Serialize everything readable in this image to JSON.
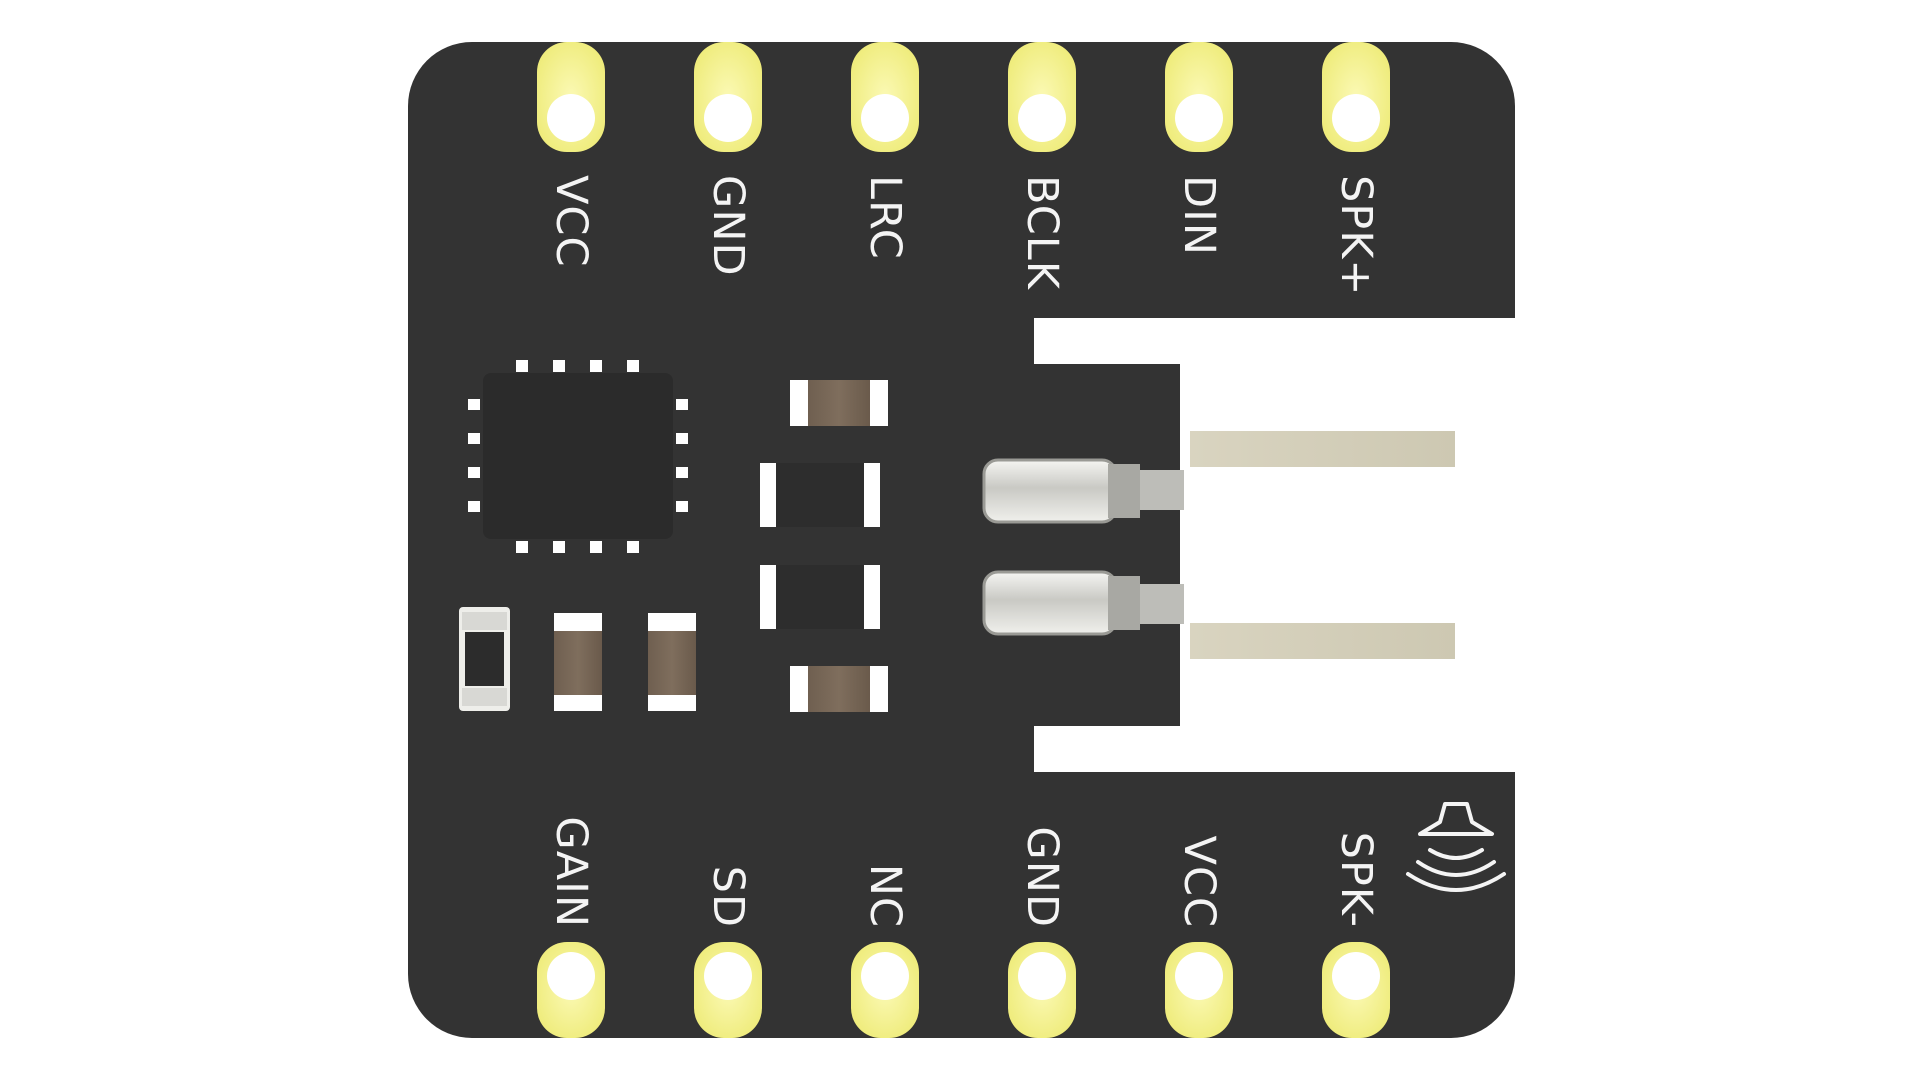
{
  "board": {
    "top_pins": [
      {
        "label": "VCC"
      },
      {
        "label": "GND"
      },
      {
        "label": "LRC"
      },
      {
        "label": "BCLK"
      },
      {
        "label": "DIN"
      },
      {
        "label": "SPK+"
      }
    ],
    "bottom_pins": [
      {
        "label": "GAIN"
      },
      {
        "label": "SD"
      },
      {
        "label": "NC"
      },
      {
        "label": "GND"
      },
      {
        "label": "VCC"
      },
      {
        "label": "SPK-"
      }
    ],
    "icons": {
      "speaker": "speaker-icon"
    },
    "colors": {
      "pcb": "#323232",
      "pad": "#f2f08a",
      "connector": "#ffffff",
      "label": "#f4f4f4"
    }
  }
}
